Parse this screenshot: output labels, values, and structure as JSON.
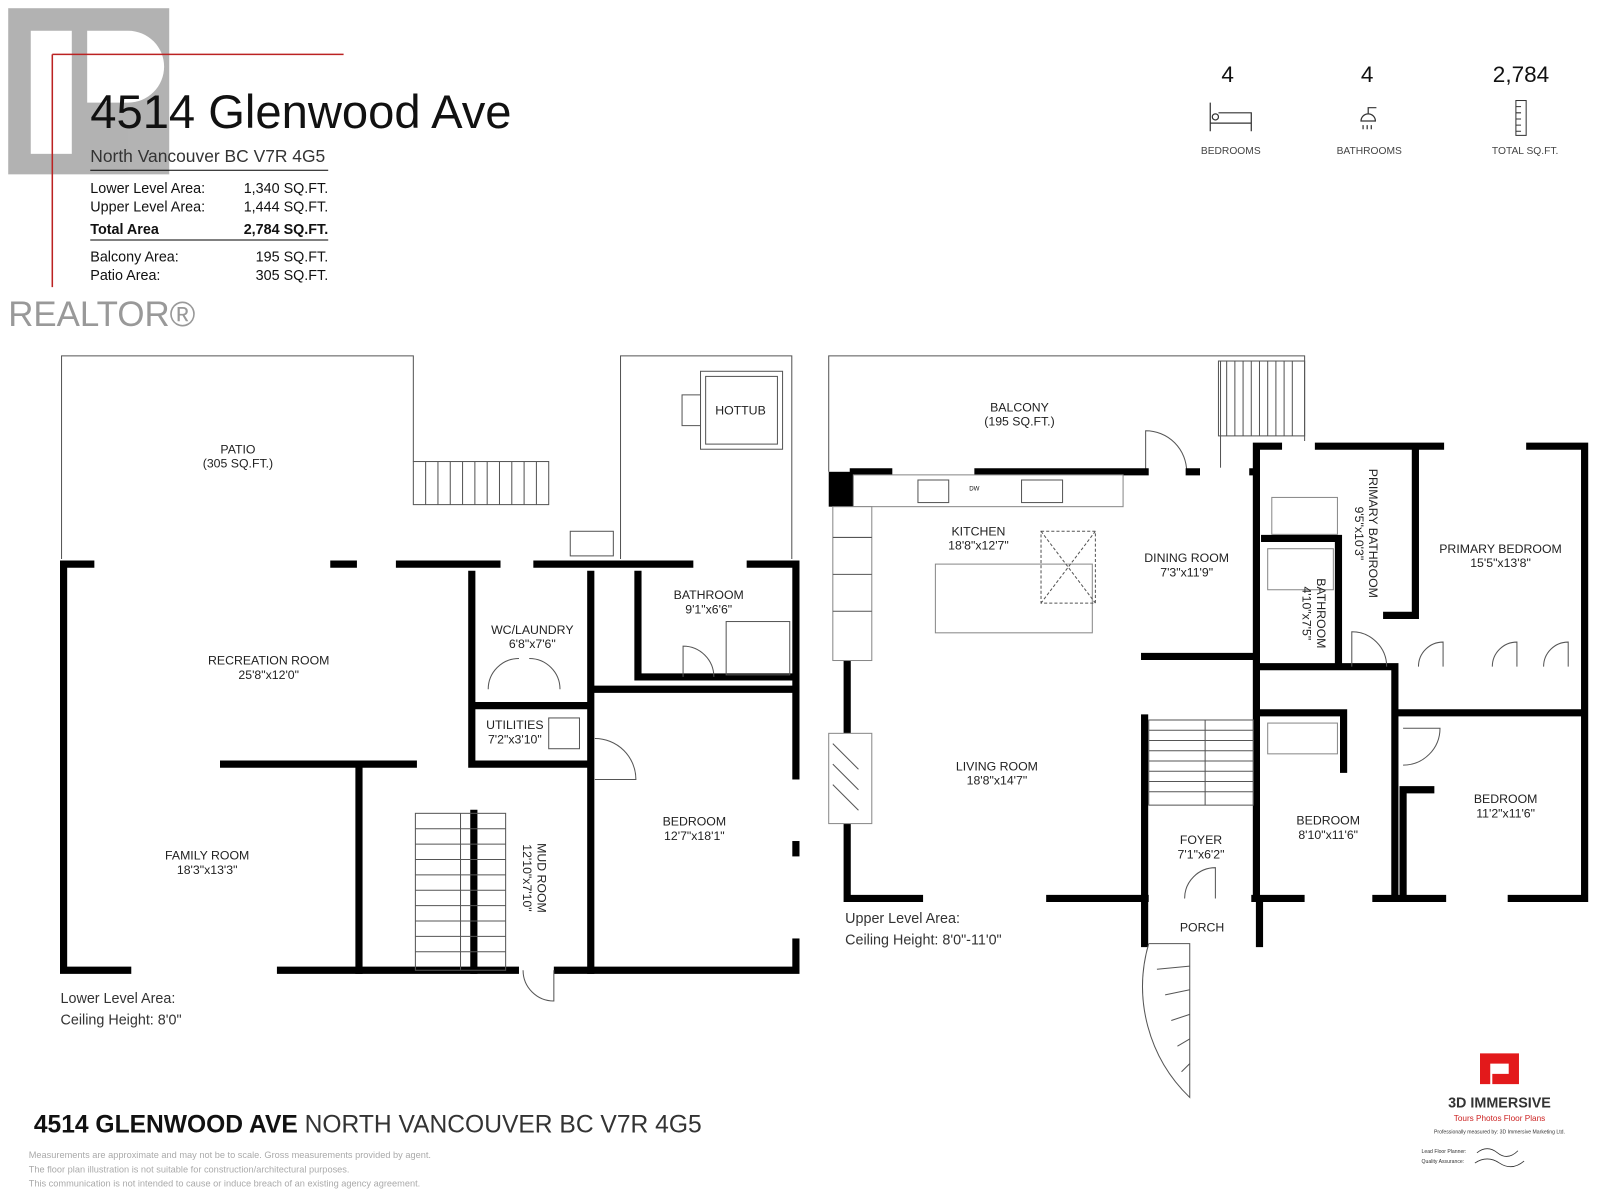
{
  "header": {
    "logo_text": "REALTOR®",
    "title": "4514 Glenwood Ave",
    "subtitle": "North Vancouver BC V7R 4G5",
    "areas": [
      {
        "label": "Lower Level Area:",
        "value": "1,340 SQ.FT."
      },
      {
        "label": "Upper Level Area:",
        "value": "1,444 SQ.FT."
      },
      {
        "label": "Total Area",
        "value": "2,784 SQ.FT."
      },
      {
        "label": "Balcony Area:",
        "value": "195 SQ.FT."
      },
      {
        "label": "Patio Area:",
        "value": "305 SQ.FT."
      }
    ]
  },
  "stats": [
    {
      "value": "4",
      "label": "BEDROOMS",
      "icon": "bed-icon"
    },
    {
      "value": "4",
      "label": "BATHROOMS",
      "icon": "shower-icon"
    },
    {
      "value": "2,784",
      "label": "TOTAL SQ.FT.",
      "icon": "ruler-icon"
    }
  ],
  "lower": {
    "rooms": [
      {
        "name": "PATIO",
        "dim": "(305 SQ.FT.)"
      },
      {
        "name": "HOTTUB",
        "dim": ""
      },
      {
        "name": "RECREATION ROOM",
        "dim": "25'8\"x12'0\""
      },
      {
        "name": "WC/LAUNDRY",
        "dim": "6'8\"x7'6\""
      },
      {
        "name": "BATHROOM",
        "dim": "9'1\"x6'6\""
      },
      {
        "name": "UTILITIES",
        "dim": "7'2\"x3'10\""
      },
      {
        "name": "FAMILY ROOM",
        "dim": "18'3\"x13'3\""
      },
      {
        "name": "MUD ROOM",
        "dim": "12'10\"x7'10\""
      },
      {
        "name": "BEDROOM",
        "dim": "12'7\"x18'1\""
      }
    ],
    "caption": "Lower Level Area:",
    "ceiling": "Ceiling Height: 8'0\""
  },
  "upper": {
    "rooms": [
      {
        "name": "BALCONY",
        "dim": "(195 SQ.FT.)"
      },
      {
        "name": "KITCHEN",
        "dim": "18'8\"x12'7\""
      },
      {
        "name": "DINING ROOM",
        "dim": "7'3\"x11'9\""
      },
      {
        "name": "PRIMARY BATHROOM",
        "dim": "9'5\"x10'3\""
      },
      {
        "name": "PRIMARY BEDROOM",
        "dim": "15'5\"x13'8\""
      },
      {
        "name": "BATHROOM",
        "dim": "4'10\"x7'5\""
      },
      {
        "name": "LIVING ROOM",
        "dim": "18'8\"x14'7\""
      },
      {
        "name": "FOYER",
        "dim": "7'1\"x6'2\""
      },
      {
        "name": "BEDROOM",
        "dim": "8'10\"x11'6\""
      },
      {
        "name": "BEDROOM",
        "dim": "11'2\"x11'6\""
      },
      {
        "name": "PORCH",
        "dim": ""
      }
    ],
    "caption": "Upper Level Area:",
    "ceiling": "Ceiling Height: 8'0\"-11'0\"",
    "dw_label": "DW"
  },
  "footer": {
    "address_bold": "4514 GLENWOOD AVE",
    "address_rest": "NORTH VANCOUVER BC  V7R 4G5",
    "disclaimers": [
      "Measurements are approximate and may not be to scale. Gross measurements provided by agent.",
      "The floor plan illustration is not suitable for construction/architectural purposes.",
      "This communication is not intended to cause or induce breach of an existing agency agreement."
    ],
    "brand": "3D IMMERSIVE",
    "brand_tagline": "Tours  Photos  Floor Plans",
    "brand_credit": "Professionally measured by: 3D Immersive Marketing Ltd.",
    "planner_label": "Lead Floor Planner:",
    "qa_label": "Quality Assurance:"
  },
  "colors": {
    "accent": "#e3191b",
    "realtor_grey": "#999999"
  }
}
